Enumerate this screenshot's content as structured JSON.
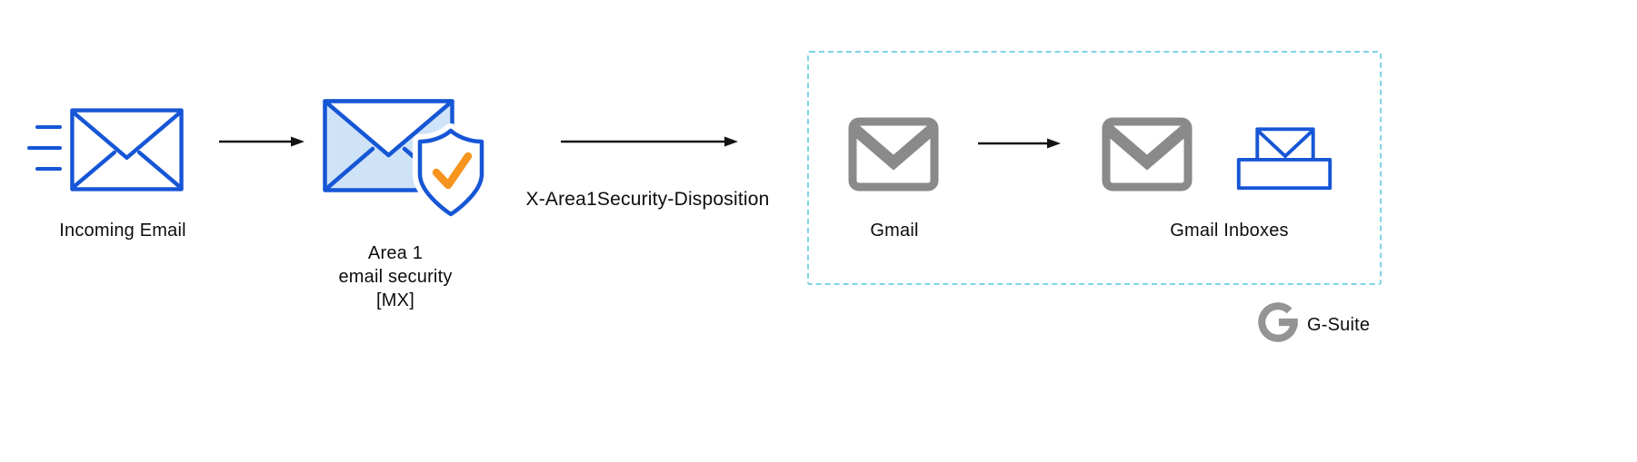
{
  "diagram": {
    "incoming": {
      "label": "Incoming Email"
    },
    "area1": {
      "label_lines": [
        "Area 1",
        "email security",
        "[MX]"
      ]
    },
    "flow_label": "X-Area1Security-Disposition",
    "gmail": {
      "label": "Gmail"
    },
    "gmail_inboxes": {
      "label": "Gmail Inboxes"
    },
    "footer": {
      "brand": "G-Suite"
    }
  },
  "icons": {
    "incoming": "envelope-with-speed-lines-icon",
    "area1": "envelope-shield-check-icon",
    "gmail": "gmail-envelope-icon",
    "gmail_inboxes": "gmail-envelope-icon, inbox-tray-envelope-icon",
    "footer": "g-logo-icon"
  },
  "colors": {
    "blue": "#1656d6",
    "light-blue": "#cfe3f8",
    "gray": "#8a8a8a",
    "logo-gray": "#949494",
    "orange": "#f7941e",
    "dashed": "#7ed4e6",
    "text": "#0d0d0d",
    "arrow": "#141414"
  }
}
